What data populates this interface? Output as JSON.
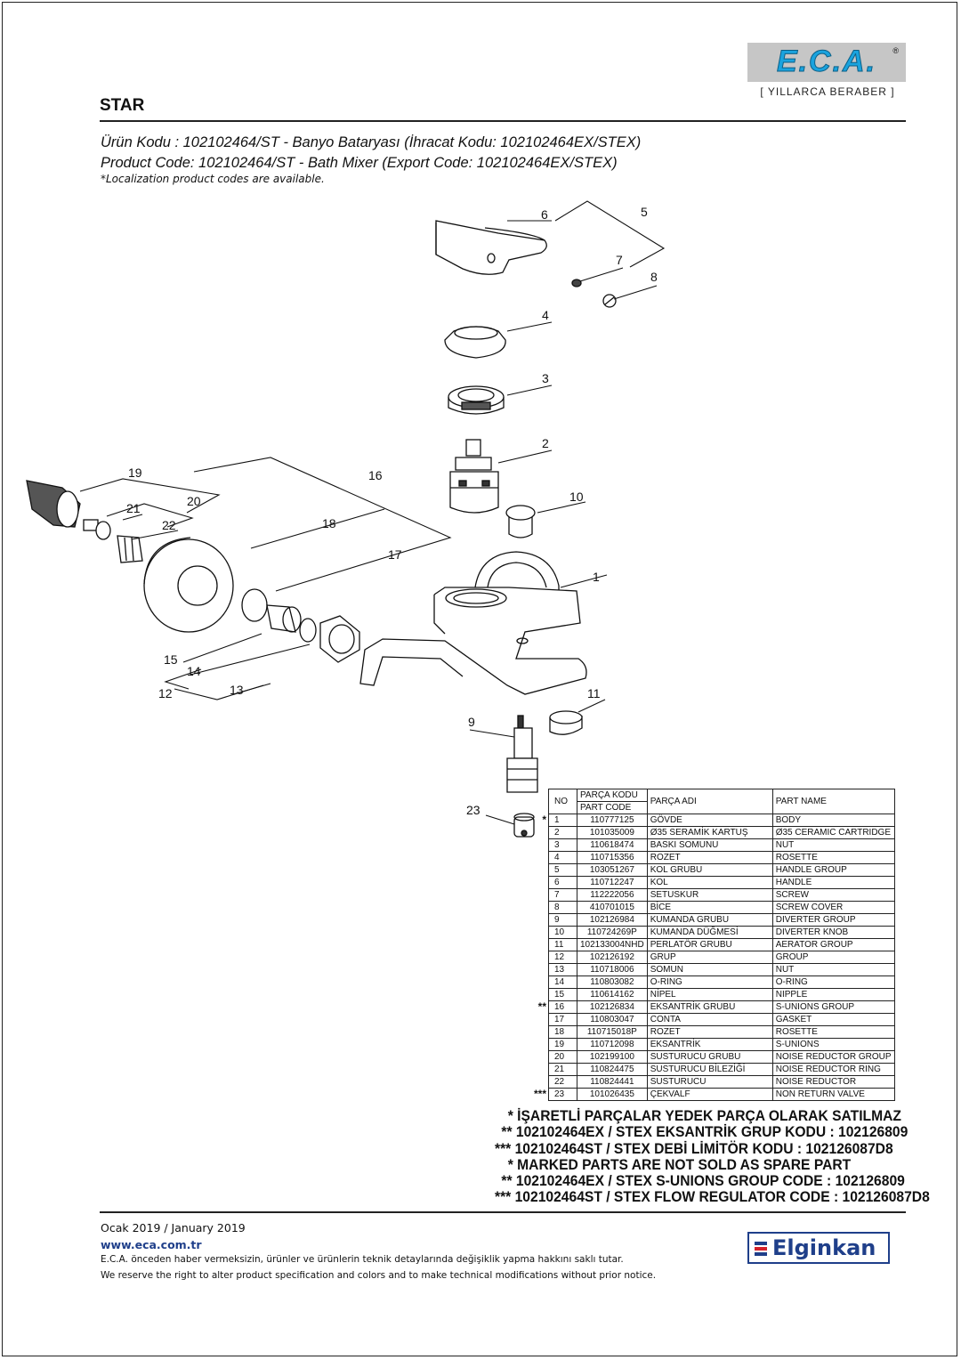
{
  "header": {
    "logo_text": "E.C.A.",
    "logo_mark": "®",
    "slogan": "[ YILLARCA BERABER ]",
    "series": "STAR"
  },
  "product": {
    "code_tr": "Ürün Kodu : 102102464/ST - Banyo Bataryası (İhracat Kodu: 102102464EX/STEX)",
    "code_en": "Product Code: 102102464/ST - Bath Mixer (Export Code: 102102464EX/STEX)",
    "localization_note": "*Localization product codes are available."
  },
  "callouts": [
    "1",
    "2",
    "3",
    "4",
    "5",
    "6",
    "7",
    "8",
    "9",
    "10",
    "11",
    "12",
    "13",
    "14",
    "15",
    "16",
    "17",
    "18",
    "19",
    "20",
    "21",
    "22",
    "23"
  ],
  "table": {
    "headers": {
      "no": "NO",
      "code_tr": "PARÇA KODU",
      "code_en": "PART CODE",
      "name_tr": "PARÇA ADI",
      "name_en": "PART NAME"
    },
    "rows": [
      {
        "no": "1",
        "code": "110777125",
        "tr": "GÖVDE",
        "en": "BODY",
        "mark": "*"
      },
      {
        "no": "2",
        "code": "101035009",
        "tr": "Ø35 SERAMİK KARTUŞ",
        "en": "Ø35 CERAMIC CARTRIDGE",
        "mark": ""
      },
      {
        "no": "3",
        "code": "110618474",
        "tr": "BASKI SOMUNU",
        "en": "NUT",
        "mark": ""
      },
      {
        "no": "4",
        "code": "110715356",
        "tr": "ROZET",
        "en": "ROSETTE",
        "mark": ""
      },
      {
        "no": "5",
        "code": "103051267",
        "tr": "KOL GRUBU",
        "en": "HANDLE GROUP",
        "mark": ""
      },
      {
        "no": "6",
        "code": "110712247",
        "tr": "KOL",
        "en": "HANDLE",
        "mark": ""
      },
      {
        "no": "7",
        "code": "112222056",
        "tr": "SETUSKUR",
        "en": "SCREW",
        "mark": ""
      },
      {
        "no": "8",
        "code": "410701015",
        "tr": "BİCE",
        "en": "SCREW COVER",
        "mark": ""
      },
      {
        "no": "9",
        "code": "102126984",
        "tr": "KUMANDA GRUBU",
        "en": "DIVERTER GROUP",
        "mark": ""
      },
      {
        "no": "10",
        "code": "110724269P",
        "tr": "KUMANDA DÜĞMESİ",
        "en": "DIVERTER KNOB",
        "mark": ""
      },
      {
        "no": "11",
        "code": "102133004NHD",
        "tr": "PERLATÖR GRUBU",
        "en": "AERATOR GROUP",
        "mark": ""
      },
      {
        "no": "12",
        "code": "102126192",
        "tr": "GRUP",
        "en": "GROUP",
        "mark": ""
      },
      {
        "no": "13",
        "code": "110718006",
        "tr": "SOMUN",
        "en": "NUT",
        "mark": ""
      },
      {
        "no": "14",
        "code": "110803082",
        "tr": "O-RING",
        "en": "O-RING",
        "mark": ""
      },
      {
        "no": "15",
        "code": "110614162",
        "tr": "NİPEL",
        "en": "NIPPLE",
        "mark": ""
      },
      {
        "no": "16",
        "code": "102126834",
        "tr": "EKSANTRİK GRUBU",
        "en": "S-UNIONS GROUP",
        "mark": "**"
      },
      {
        "no": "17",
        "code": "110803047",
        "tr": "CONTA",
        "en": "GASKET",
        "mark": ""
      },
      {
        "no": "18",
        "code": "110715018P",
        "tr": "ROZET",
        "en": "ROSETTE",
        "mark": ""
      },
      {
        "no": "19",
        "code": "110712098",
        "tr": "EKSANTRİK",
        "en": "S-UNIONS",
        "mark": ""
      },
      {
        "no": "20",
        "code": "102199100",
        "tr": "SUSTURUCU GRUBU",
        "en": "NOISE REDUCTOR GROUP",
        "mark": ""
      },
      {
        "no": "21",
        "code": "110824475",
        "tr": "SUSTURUCU BİLEZİĞİ",
        "en": "NOISE REDUCTOR RING",
        "mark": ""
      },
      {
        "no": "22",
        "code": "110824441",
        "tr": "SUSTURUCU",
        "en": "NOISE REDUCTOR",
        "mark": ""
      },
      {
        "no": "23",
        "code": "101026435",
        "tr": "ÇEKVALF",
        "en": "NON RETURN VALVE",
        "mark": "***"
      }
    ]
  },
  "notes": [
    "* İŞARETLİ PARÇALAR YEDEK PARÇA OLARAK SATILMAZ",
    "** 102102464EX / STEX EKSANTRİK GRUP KODU : 102126809",
    "*** 102102464ST / STEX DEBİ LİMİTÖR KODU : 102126087D8",
    "* MARKED PARTS ARE NOT SOLD AS SPARE PART",
    "** 102102464EX / STEX S-UNIONS GROUP CODE : 102126809",
    "*** 102102464ST / STEX FLOW REGULATOR CODE : 102126087D8"
  ],
  "footer": {
    "date": "Ocak 2019 / January 2019",
    "website": "www.eca.com.tr",
    "disclaimer_tr": "E.C.A. önceden haber vermeksizin, ürünler ve ürünlerin teknik detaylarında değişiklik yapma hakkını saklı tutar.",
    "disclaimer_en": "We reserve the right to alter product specification and colors and to make technical modifications without prior notice.",
    "partner_logo": "Elginkan"
  },
  "colors": {
    "eca_blue": "#1aa3de",
    "eca_bg": "#c6c6c6",
    "elginkan_blue": "#1f3f8a",
    "elginkan_red": "#d4202a"
  }
}
